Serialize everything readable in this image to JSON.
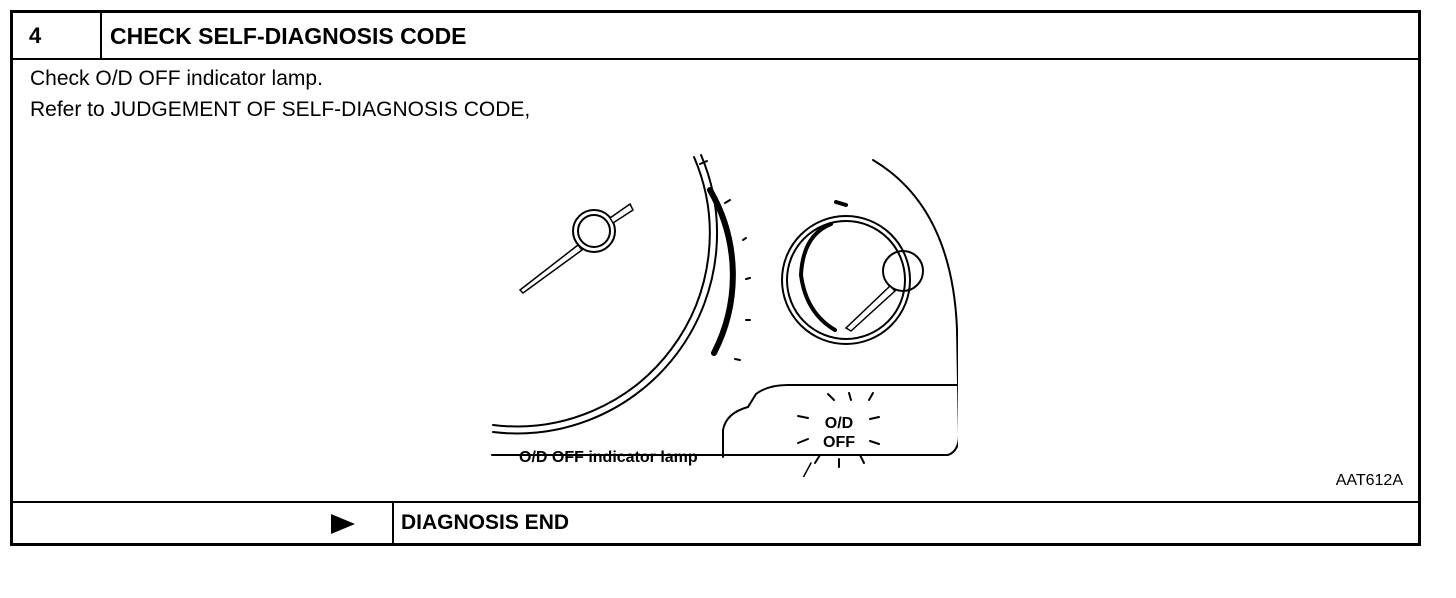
{
  "header": {
    "step_number": "4",
    "title": "CHECK SELF-DIAGNOSIS CODE"
  },
  "body": {
    "line1": "Check O/D OFF indicator lamp.",
    "line2": "Refer to JUDGEMENT OF SELF-DIAGNOSIS CODE,"
  },
  "illustration": {
    "lamp_text_top": "O/D",
    "lamp_text_bottom": "OFF",
    "callout": "O/D OFF indicator lamp",
    "figure_code": "AAT612A"
  },
  "footer": {
    "arrow_icon": "right-arrow-icon",
    "result": "DIAGNOSIS END"
  }
}
